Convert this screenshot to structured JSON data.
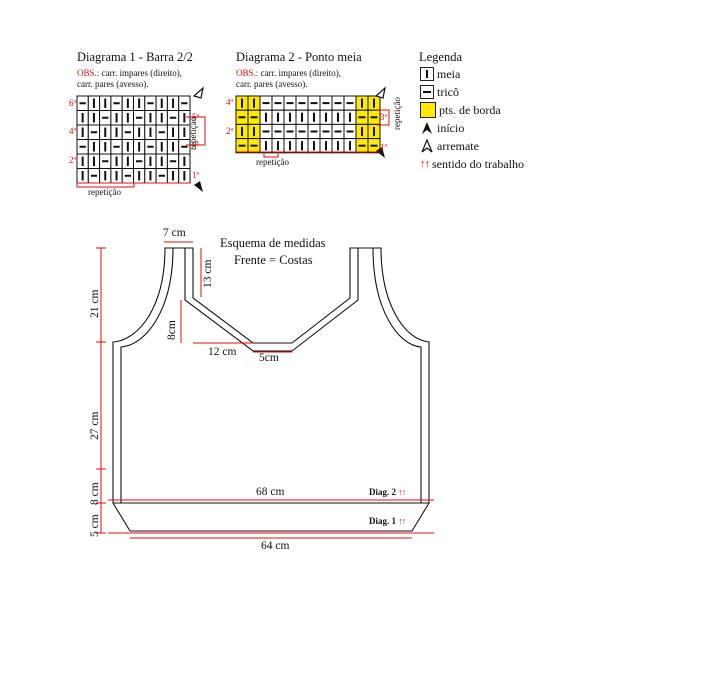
{
  "diagram1": {
    "title": "Diagrama 1 - Barra 2/2",
    "obs_label": "OBS.:",
    "obs_line1": " carr. impares (direito),",
    "obs_line2": "carr. pares (avesso).",
    "row_labels_left": [
      "6ª",
      "4ª",
      "2ª"
    ],
    "row_labels_right": [
      "5ª",
      "3ª",
      "1ª"
    ],
    "repeat_side": "repetição",
    "repeat_bottom": "repetição",
    "grid": [
      "-||-||-||-",
      "||-||-||-|",
      "|-||-||-||",
      "-||-||-||-",
      "||-||-||-|",
      "|-||-||-||"
    ]
  },
  "diagram2": {
    "title": "Diagrama 2 - Ponto meia",
    "obs_label": "OBS.:",
    "obs_line1": " carr. impares (direito),",
    "obs_line2": "carr. pares (avesso).",
    "row_labels_left": [
      "4ª",
      "2ª"
    ],
    "row_labels_right": [
      "3ª",
      "1ª"
    ],
    "repeat_side": "repetição",
    "repeat_bottom": "repetição",
    "grid": [
      "||--------||",
      "--||||||||--",
      "||--------||",
      "--||||||||--"
    ],
    "yellow_cols": [
      0,
      1,
      10,
      11
    ]
  },
  "legend": {
    "title": "Legenda",
    "items": [
      {
        "icon": "meia-symbol",
        "label": "meia"
      },
      {
        "icon": "trico-symbol",
        "label": "tricô"
      },
      {
        "icon": "yellow-square",
        "label": "pts. de borda"
      },
      {
        "icon": "filled-arrow",
        "label": "início"
      },
      {
        "icon": "outline-arrow",
        "label": "arremate"
      },
      {
        "icon": "red-double-arrow",
        "label": "sentido do trabalho"
      }
    ]
  },
  "schema": {
    "title1": "Esquema de medidas",
    "title2": "Frente = Costas",
    "m_7": "7 cm",
    "m_13": "13 cm",
    "m_21": "21 cm",
    "m_8a": "8cm",
    "m_12": "12 cm",
    "m_5a": "5cm",
    "m_27": "27 cm",
    "m_8b": "8 cm",
    "m_5b": "5 cm",
    "m_68": "68 cm",
    "m_64": "64 cm",
    "diag2": "Diag. 2",
    "diag1": "Diag. 1",
    "arrows": "↑↑"
  },
  "colors": {
    "accent_red": "#dd1111",
    "border_yellow": "#ffea00"
  }
}
